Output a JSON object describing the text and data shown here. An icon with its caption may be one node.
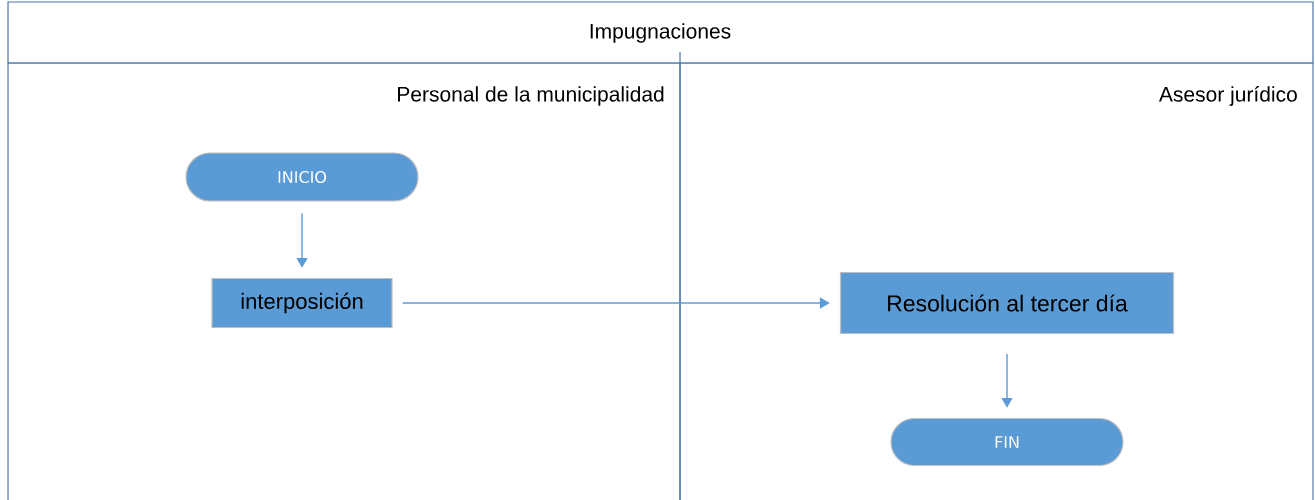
{
  "diagram": {
    "title": "Impugnaciones",
    "nodes": [
      {
        "text": [
          "Personal de la municipalidad"
        ]
      },
      {
        "text": [
          "INICIO"
        ],
        "in": 0
      },
      {
        "text": [
          "interposición"
        ],
        "in": 0
      },
      {
        "text": [
          "Asesor jurídico"
        ]
      },
      {
        "text": [
          "Resolución al tercer día"
        ],
        "in": 3
      },
      {
        "text": [
          "FIN"
        ],
        "in": 3
      }
    ],
    "edges": [
      {
        "from": 1,
        "to": 2,
        "arrow": "to"
      },
      {
        "from": 2,
        "to": 4,
        "arrow": "to"
      },
      {
        "from": 4,
        "to": 5,
        "arrow": "to"
      }
    ]
  }
}
